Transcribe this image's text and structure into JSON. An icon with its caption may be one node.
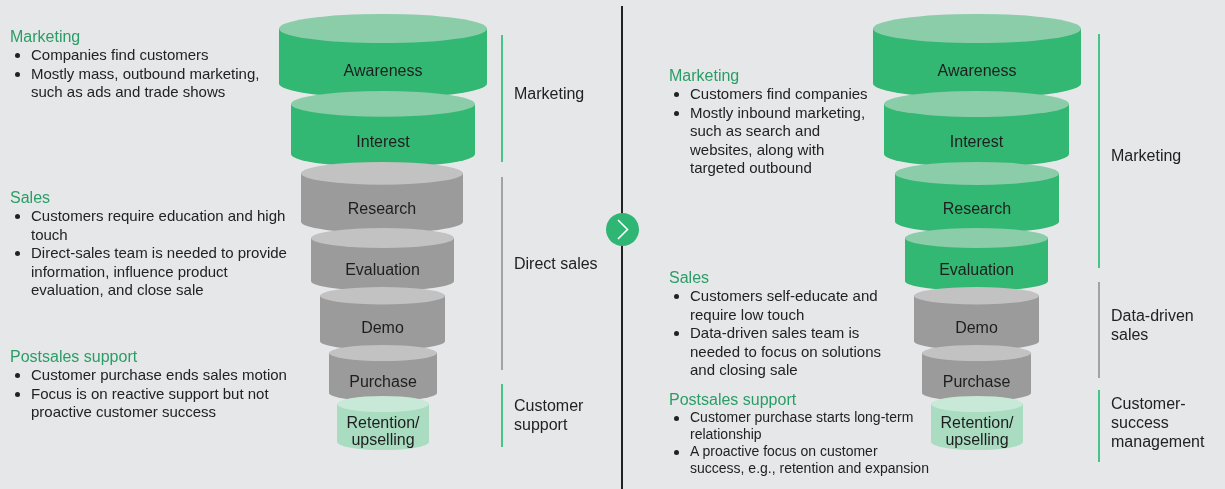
{
  "diagram": {
    "nodes": [
      {
        "text": [
          "Awareness"
        ]
      },
      {
        "text": [
          "Interest"
        ]
      },
      {
        "text": [
          "Research"
        ]
      },
      {
        "text": [
          "Evaluation"
        ]
      },
      {
        "text": [
          "Demo"
        ]
      },
      {
        "text": [
          "Purchase"
        ]
      },
      {
        "text": [
          "Retention/ upselling"
        ]
      },
      {
        "text": [
          "Awareness"
        ]
      },
      {
        "text": [
          "Interest"
        ]
      },
      {
        "text": [
          "Research"
        ]
      },
      {
        "text": [
          "Evaluation"
        ]
      },
      {
        "text": [
          "Demo"
        ]
      },
      {
        "text": [
          "Purchase"
        ]
      },
      {
        "text": [
          "Retention/ upselling"
        ]
      }
    ],
    "labels": [
      "Marketing",
      "Companies find customers",
      "Mostly mass, outbound marketing, such as ads and trade shows",
      "Marketing",
      "Sales",
      "Customers require education and high touch",
      "Direct-sales team is needed to provide information, influence product evaluation, and close sale",
      "Direct sales",
      "Postsales support",
      "Customer purchase ends sales motion",
      "Focus is on reactive support but not proactive customer success",
      "Customer support",
      "Marketing",
      "Customers find companies",
      "Mostly inbound marketing, such as search and websites, along with targeted outbound",
      "Marketing",
      "Sales",
      "Customers self-educate and require low touch",
      "Data-driven sales team is needed to focus on solutions and closing sale",
      "Data-driven sales",
      "Postsales support",
      "Customer purchase starts long-term relationship",
      "A proactive focus on customer success, e.g., retention and expansion",
      "Customer-success management"
    ]
  }
}
